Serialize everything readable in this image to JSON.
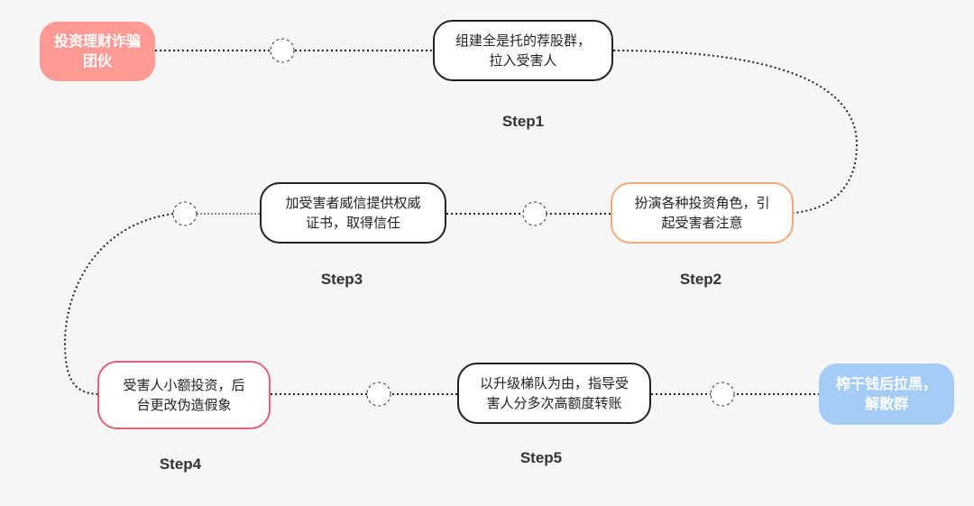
{
  "start_node": {
    "text": "投资理财诈骗\n团伙",
    "color": "#ff9a95"
  },
  "end_node": {
    "text": "榨干钱后拉黑，\n解散群",
    "color": "#a4ccf7"
  },
  "steps": [
    {
      "label": "Step1",
      "text": "组建全是托的荐股群，\n拉入受害人",
      "border": "#222222"
    },
    {
      "label": "Step2",
      "text": "扮演各种投资角色，引\n起受害者注意",
      "border": "#f0a87e"
    },
    {
      "label": "Step3",
      "text": "加受害者威信提供权威\n证书，取得信任",
      "border": "#222222"
    },
    {
      "label": "Step4",
      "text": "受害人小额投资，后\n台更改伪造假象",
      "border": "#e0627a"
    },
    {
      "label": "Step5",
      "text": "以升级梯队为由，指导受\n害人分多次高额度转账",
      "border": "#222222"
    }
  ]
}
